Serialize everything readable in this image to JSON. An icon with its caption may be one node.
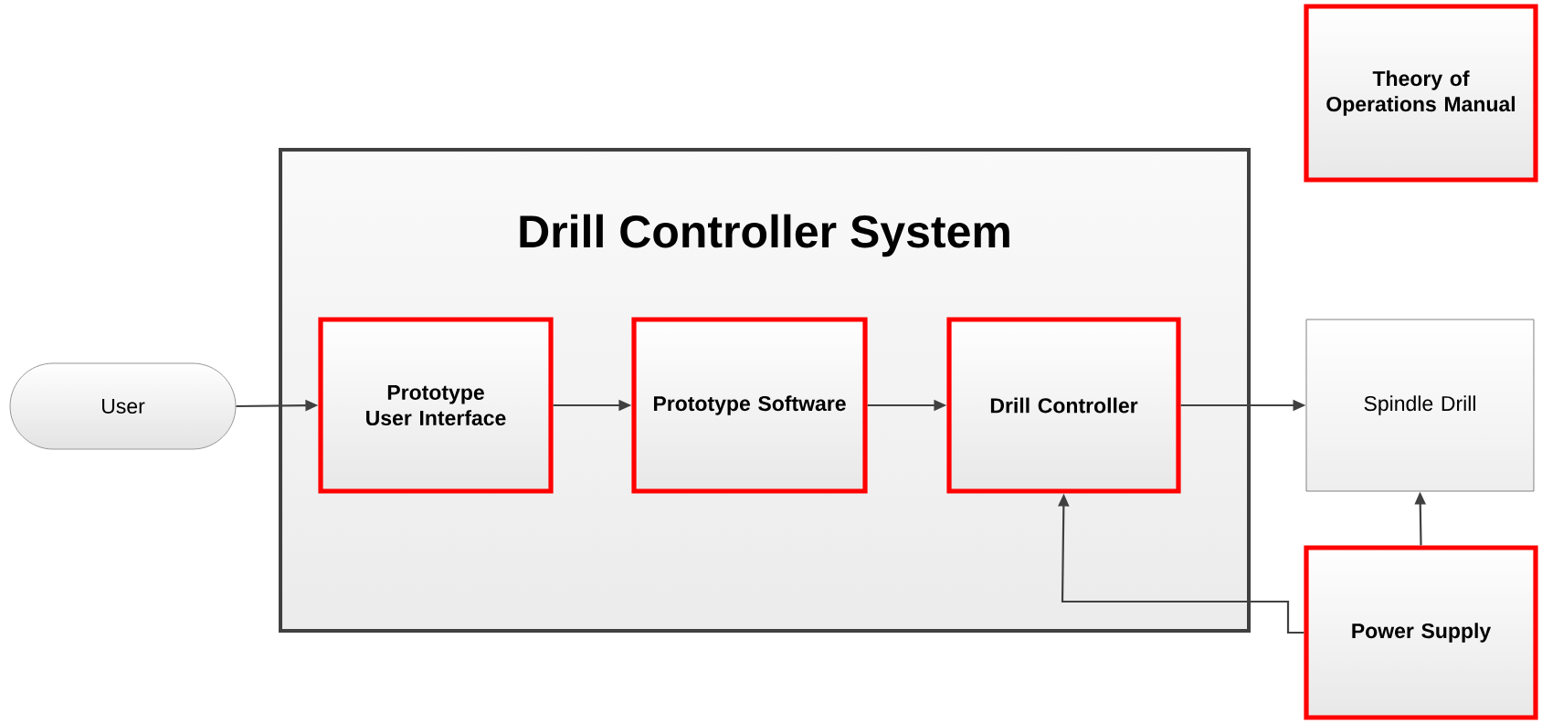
{
  "diagram": {
    "nodes": [
      {
        "text": [
          "Theory of Operations Manual"
        ]
      },
      {
        "text": [
          "Drill Controller System"
        ]
      },
      {
        "text": [
          "User"
        ]
      },
      {
        "text": [
          "Prototype User Interface"
        ],
        "in": 1
      },
      {
        "text": [
          "Prototype Software"
        ],
        "in": 1
      },
      {
        "text": [
          "Drill Controller"
        ],
        "in": 1
      },
      {
        "text": [
          "Spindle Drill"
        ]
      },
      {
        "text": [
          "Power Supply"
        ]
      }
    ],
    "edges": [
      {
        "from": 2,
        "to": 3,
        "arrow": "to"
      },
      {
        "from": 3,
        "to": 4,
        "arrow": "to"
      },
      {
        "from": 4,
        "to": 5,
        "arrow": "to"
      },
      {
        "from": 5,
        "to": 6,
        "arrow": "to"
      },
      {
        "from": 7,
        "to": 6,
        "arrow": "to"
      },
      {
        "from": 7,
        "to": 5,
        "arrow": "to"
      }
    ]
  }
}
